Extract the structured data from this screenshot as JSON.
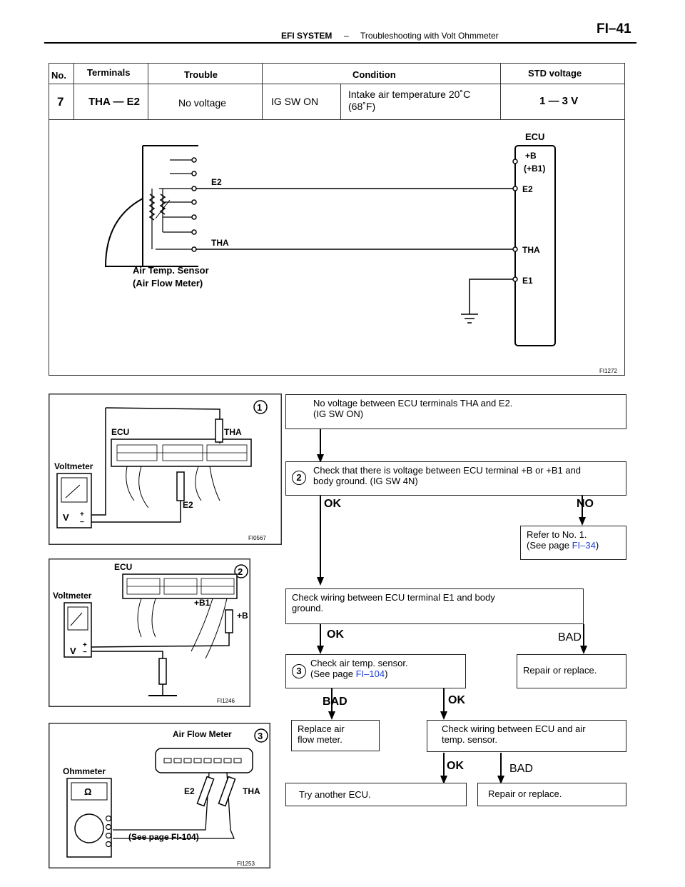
{
  "header": {
    "section": "EFI SYSTEM",
    "dash": "–",
    "title": "Troubleshooting with Volt Ohmmeter",
    "page": "FI–41"
  },
  "table": {
    "headers": {
      "no": "No.",
      "terminals": "Terminals",
      "trouble": "Trouble",
      "condition": "Condition",
      "std": "STD voltage"
    },
    "row": {
      "no": "7",
      "terminals": "THA — E2",
      "trouble": "No voltage",
      "condition_a": "IG SW ON",
      "condition_b_line1": "Intake air temperature 20˚C",
      "condition_b_line2": "(68˚F)",
      "std": "1 — 3 V"
    }
  },
  "wiring_diagram": {
    "ecu_label": "ECU",
    "ecu_terminals": [
      "+B",
      "(+B1)",
      "E2",
      "THA",
      "E1"
    ],
    "sensor_terminals": [
      "E2",
      "THA"
    ],
    "sensor_label_1": "Air Temp. Sensor",
    "sensor_label_2": "(Air Flow Meter)",
    "fig": "FI1272"
  },
  "fig1": {
    "num": "1",
    "ecu": "ECU",
    "tha": "THA",
    "e2": "E2",
    "meter": "Voltmeter",
    "v": "V",
    "plus": "+",
    "minus": "−",
    "fig": "FI0567"
  },
  "fig2": {
    "num": "2",
    "ecu": "ECU",
    "b1": "+B1",
    "b": "+B",
    "meter": "Voltmeter",
    "v": "V",
    "plus": "+",
    "minus": "−",
    "fig": "FI1246"
  },
  "fig3": {
    "num": "3",
    "afm": "Air Flow Meter",
    "e2": "E2",
    "tha": "THA",
    "meter": "Ohmmeter",
    "omega": "Ω",
    "see": "(See page FI-104)",
    "fig": "FI1253"
  },
  "flow": {
    "start_line1": "No voltage between ECU terminals THA and E2.",
    "start_line2": "(IG SW ON)",
    "step2_num": "2",
    "step2_line1": "Check that there is voltage between ECU terminal +B or +B1 and",
    "step2_line2": "body ground. (IG SW 4N)",
    "ok1": "OK",
    "no1": "NO",
    "refer_line1": "Refer to No. 1.",
    "refer_pre": "(See page ",
    "refer_link": "FI–34",
    "refer_post": ")",
    "e1_line1": "Check wiring between ECU terminal E1 and body",
    "e1_line2": "ground.",
    "ok2": "OK",
    "bad2": "BAD",
    "step3_num": "3",
    "step3_line1": "Check air temp. sensor.",
    "step3_pre": "(See page ",
    "step3_link": "FI–104",
    "step3_post": ")",
    "repair1": "Repair or replace.",
    "bad3": "BAD",
    "ok3": "OK",
    "replace_line1": "Replace air",
    "replace_line2": "flow meter.",
    "wiring_line1": "Check wiring between ECU and air",
    "wiring_line2": "temp. sensor.",
    "ok4": "OK",
    "bad4": "BAD",
    "try": "Try another ECU.",
    "repair2": "Repair or replace."
  }
}
